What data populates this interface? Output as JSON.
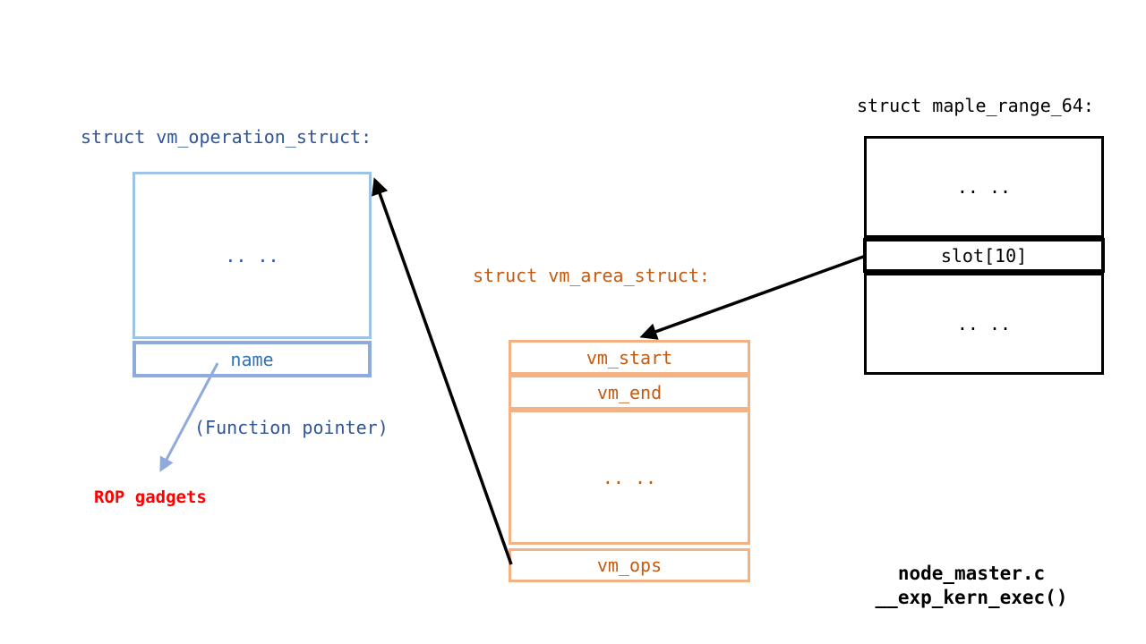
{
  "vm_operation_struct": {
    "title": "struct vm_operation_struct:",
    "body_dots": ".. ..",
    "name_field": "name"
  },
  "vm_area_struct": {
    "title": "struct vm_area_struct:",
    "fields": {
      "vm_start": "vm_start",
      "vm_end": "vm_end",
      "dots": ".. ..",
      "vm_ops": "vm_ops"
    }
  },
  "maple_range_64": {
    "title": "struct maple_range_64:",
    "fields": {
      "dots_top": ".. ..",
      "slot": "slot[10]",
      "dots_bottom": ".. .."
    }
  },
  "annotations": {
    "function_pointer": "(Function pointer)",
    "rop_gadgets": "ROP gadgets",
    "source_file": "node_master.c",
    "source_function": "__exp_kern_exec()"
  },
  "colors": {
    "blue_title_text": "#2f5597",
    "blue_box_border": "#9dc3e6",
    "blue_name_border": "#8faadc",
    "blue_name_text": "#2e74b5",
    "orange_box_border": "#f4b183",
    "orange_text": "#c55a11",
    "black": "#000000",
    "rop_red": "#ff0000",
    "function_pointer_arrow": "#8faadc"
  }
}
